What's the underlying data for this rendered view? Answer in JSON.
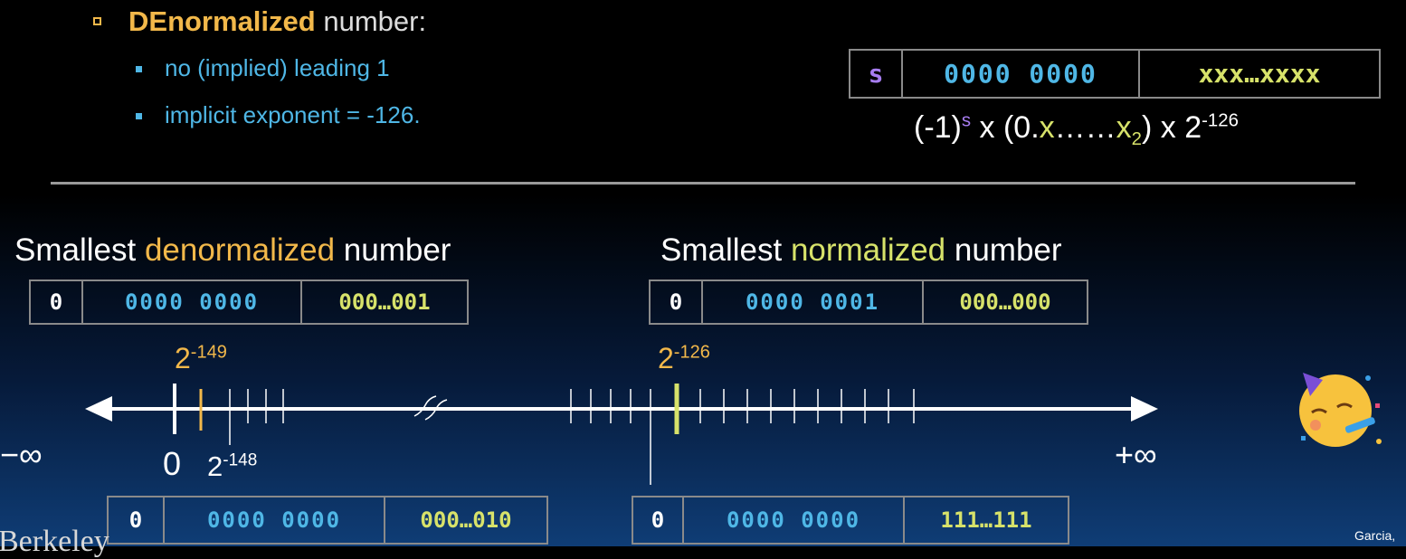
{
  "top": {
    "heading_bold": "DEnormalized",
    "heading_rest": " number:",
    "bullets": [
      "no (implied) leading 1",
      "implicit exponent = -126."
    ]
  },
  "format_box": {
    "sign": "s",
    "exponent": "0000 0000",
    "mantissa": "xxx…xxxx"
  },
  "formula": {
    "p1": "(-1)",
    "s": "s",
    "p2": " x (0.",
    "x1": "x",
    "dots": "……",
    "x2": "x",
    "sub2": "2",
    "p3": ") x 2",
    "exp": "-126"
  },
  "smallest_denorm": {
    "label_a": "Smallest ",
    "label_b": "denormalized",
    "label_c": " number",
    "sign": "0",
    "exponent": "0000 0000",
    "mantissa": "000…001"
  },
  "smallest_norm": {
    "label_a": "Smallest ",
    "label_b": "normalized",
    "label_c": " number",
    "sign": "0",
    "exponent": "0000 0001",
    "mantissa": "000…000"
  },
  "numberline": {
    "minus_inf": "−∞",
    "plus_inf": "+∞",
    "zero": "0",
    "p149_base": "2",
    "p149_exp": "-149",
    "p148_base": "2",
    "p148_exp": "-148",
    "p126_base": "2",
    "p126_exp": "-126"
  },
  "bottom_left": {
    "sign": "0",
    "exponent": "0000 0000",
    "mantissa": "000…010"
  },
  "bottom_right": {
    "sign": "0",
    "exponent": "0000 0000",
    "mantissa": "111…111"
  },
  "footer": {
    "left": "Berkeley",
    "right": "Garcia,"
  },
  "colors": {
    "highlight": "#f2b84a",
    "exponent": "#4fb7e6",
    "mantissa": "#d7e26a",
    "sign_var": "#a77df0"
  },
  "icon": "partying-face-icon"
}
